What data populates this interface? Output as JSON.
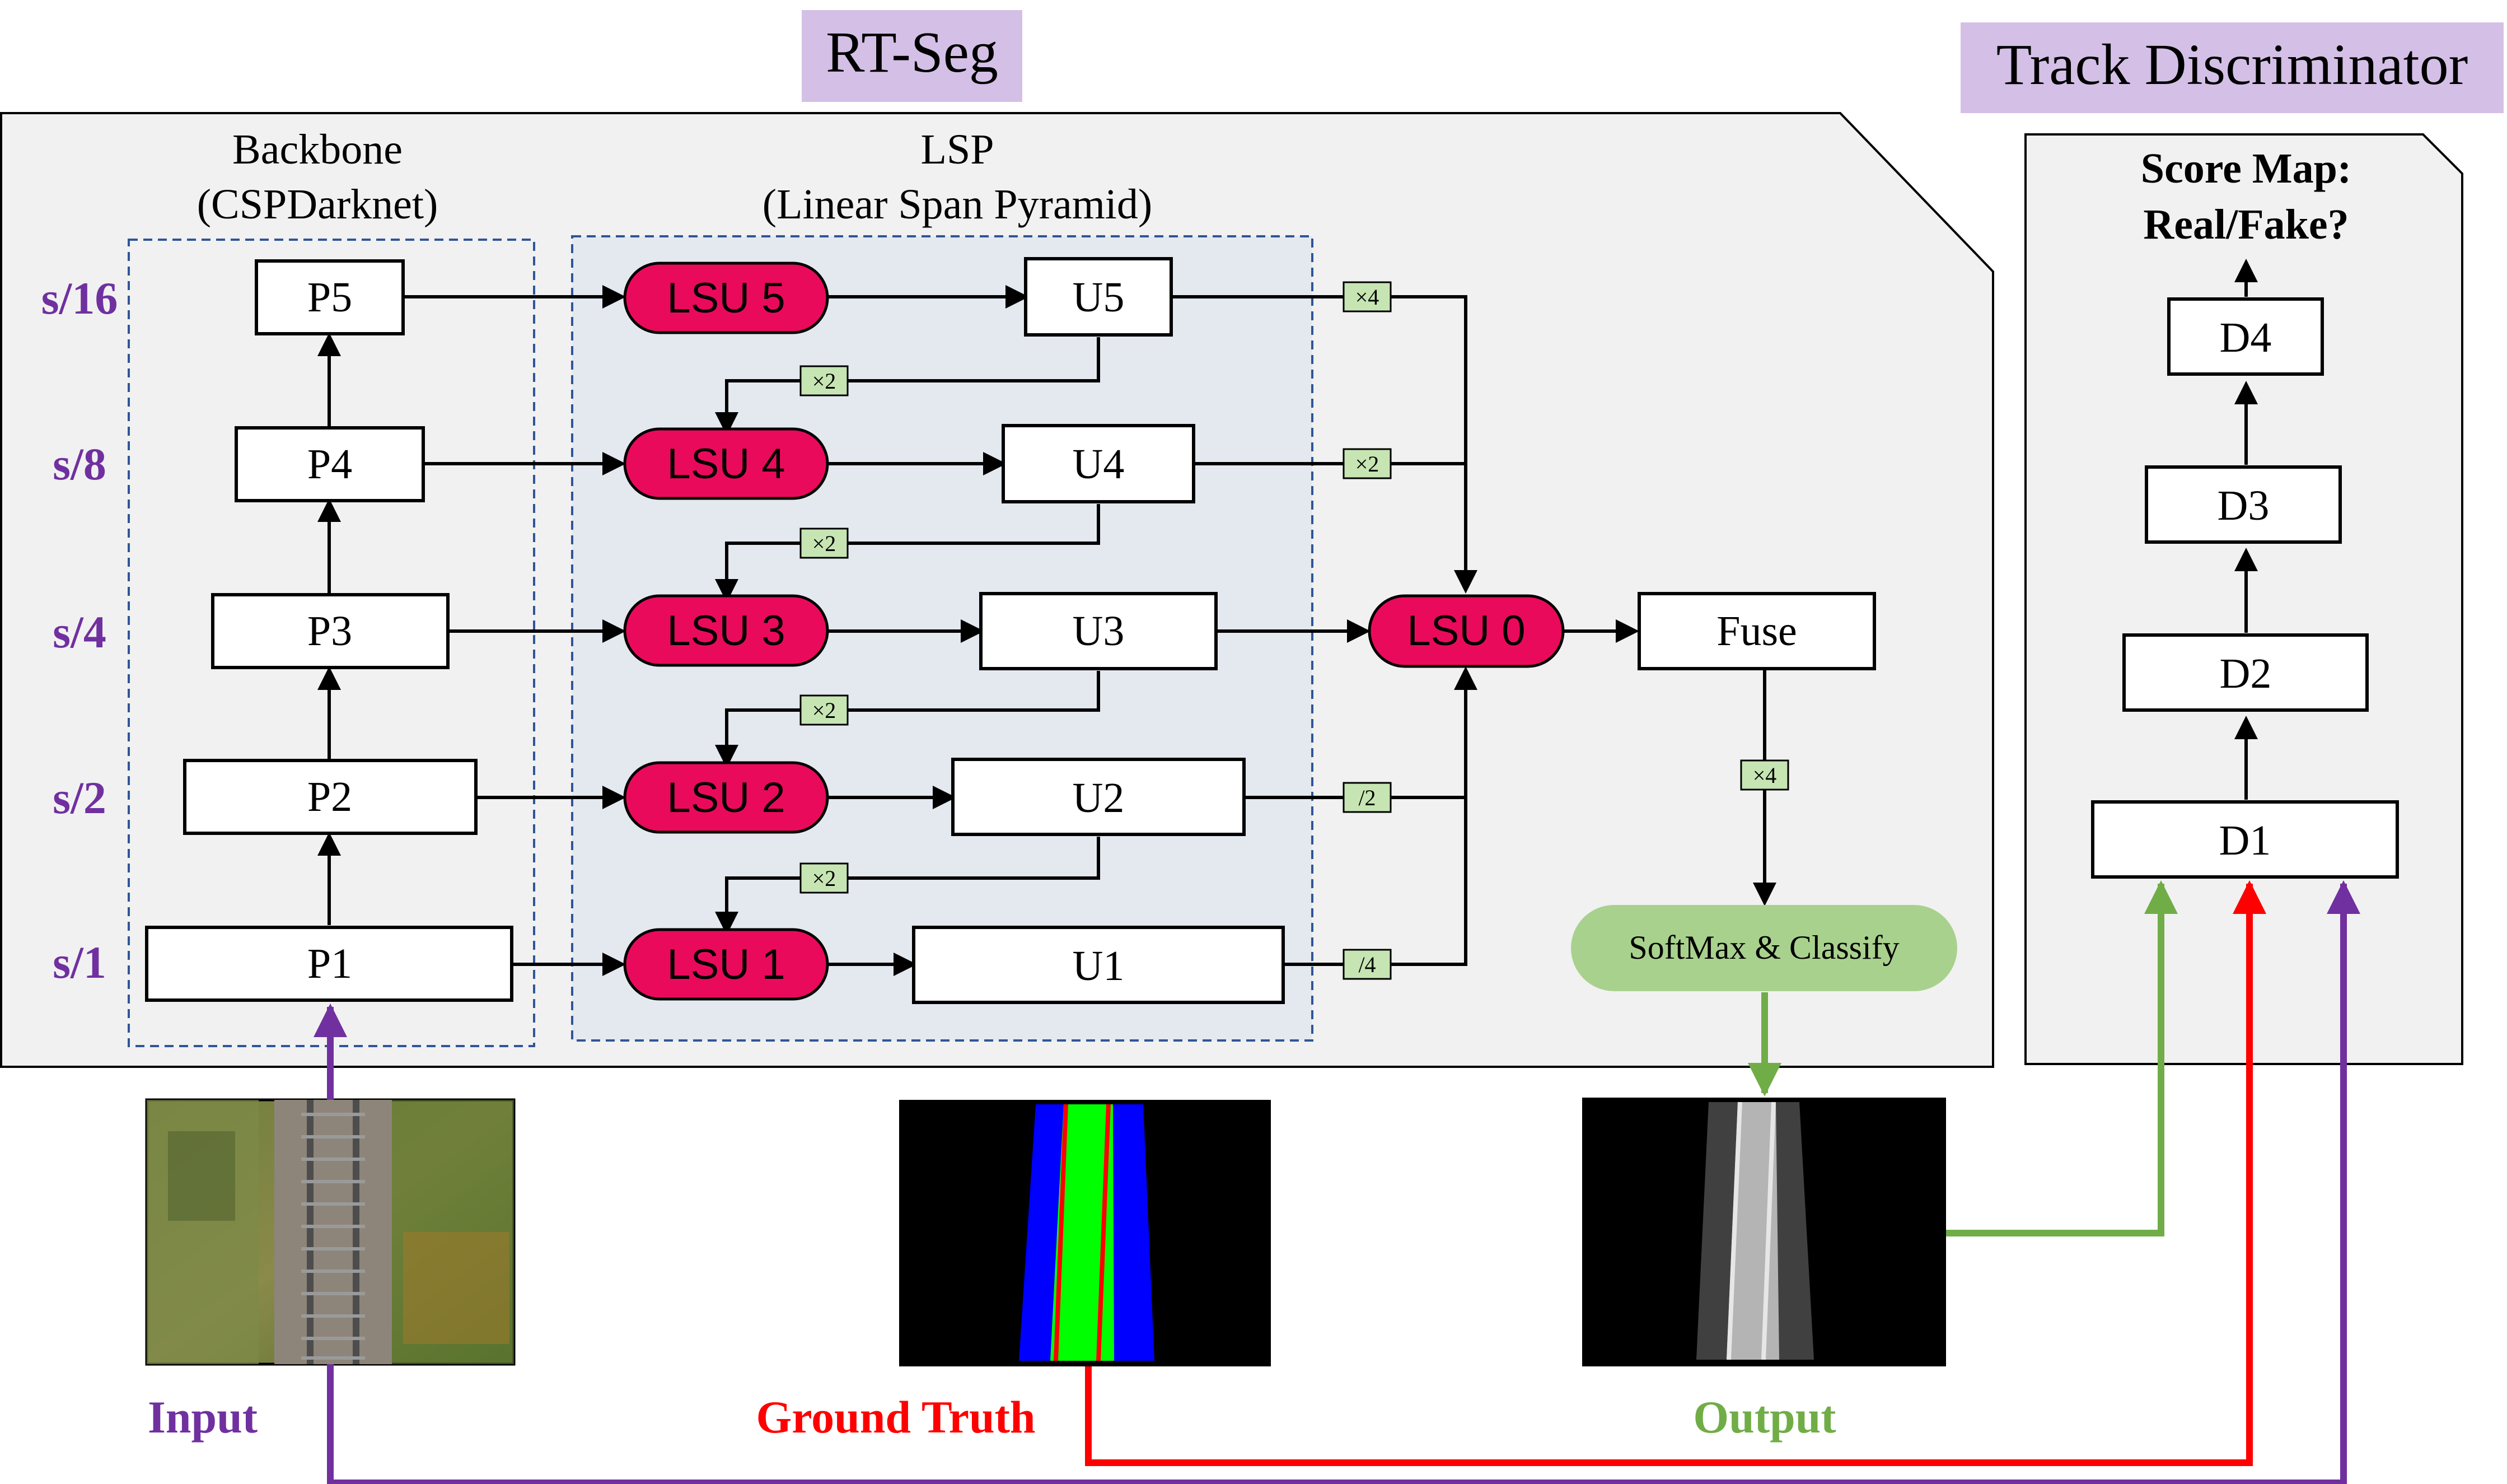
{
  "titles": {
    "rtseg": "RT-Seg",
    "discriminator": "Track Discriminator"
  },
  "backbone": {
    "label_line1": "Backbone",
    "label_line2": "(CSPDarknet)",
    "blocks": [
      "P5",
      "P4",
      "P3",
      "P2",
      "P1"
    ]
  },
  "lsp": {
    "label_line1": "LSP",
    "label_line2": "(Linear Span Pyramid)",
    "lsu": [
      "LSU 5",
      "LSU 4",
      "LSU 3",
      "LSU 2",
      "LSU 1"
    ],
    "up": [
      "U5",
      "U4",
      "U3",
      "U2",
      "U1"
    ],
    "upsample_tags": [
      "×2",
      "×2",
      "×2",
      "×2"
    ]
  },
  "scales": [
    "s/16",
    "s/8",
    "s/4",
    "s/2",
    "s/1"
  ],
  "merge_tags": [
    "×4",
    "×2",
    "/2",
    "/4"
  ],
  "head": {
    "lsu0": "LSU 0",
    "fuse": "Fuse",
    "fuse_tag": "×4",
    "softmax": "SoftMax & Classify"
  },
  "discriminator": {
    "score_line1": "Score Map:",
    "score_line2": "Real/Fake?",
    "blocks": [
      "D4",
      "D3",
      "D2",
      "D1"
    ]
  },
  "images": {
    "input": "Input",
    "ground_truth": "Ground Truth",
    "output": "Output"
  },
  "colors": {
    "lsu_fill": "#ea0a5b",
    "purple": "#7030a0",
    "red": "#ff0000",
    "green": "#70ad47",
    "title_bg": "#d4c0e6",
    "panel_bg": "#f1f1f1",
    "lsp_bg": "#e4e9f0",
    "tag_bg": "#c6e5b3",
    "softmax_bg": "#a9d18e",
    "dash_blue": "#2f5597"
  }
}
